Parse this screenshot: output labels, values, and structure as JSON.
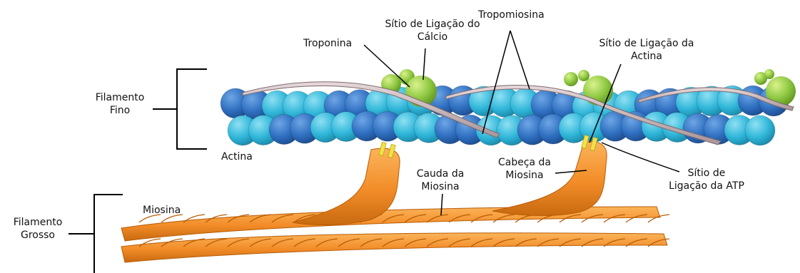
{
  "labels": {
    "calcium_site": [
      "Sítio de Ligação do",
      "Cálcio"
    ],
    "tropomyosin": "Tropomiosina",
    "troponin": "Troponina",
    "actin_site": [
      "Sítio de Ligação da",
      "Actina"
    ],
    "thin_filament": [
      "Filamento",
      "Fino"
    ],
    "actin": "Actina",
    "myosin_head": [
      "Cabeça da",
      "Miosina"
    ],
    "myosin_tail": [
      "Cauda da",
      "Miosina"
    ],
    "atp_site": [
      "Sítio de",
      "Ligação da ATP"
    ],
    "myosin": "Miosina",
    "thick_filament": [
      "Filamento",
      "Grosso"
    ]
  },
  "colors": {
    "actin_dark": "#2f6fc0",
    "actin_light": "#2fb6d9",
    "troponin": "#8cc63f",
    "tropomyosin": "#c9b6b8",
    "myosin": "#f28c28",
    "atp_marker": "#f2e24a",
    "line": "#000000"
  }
}
